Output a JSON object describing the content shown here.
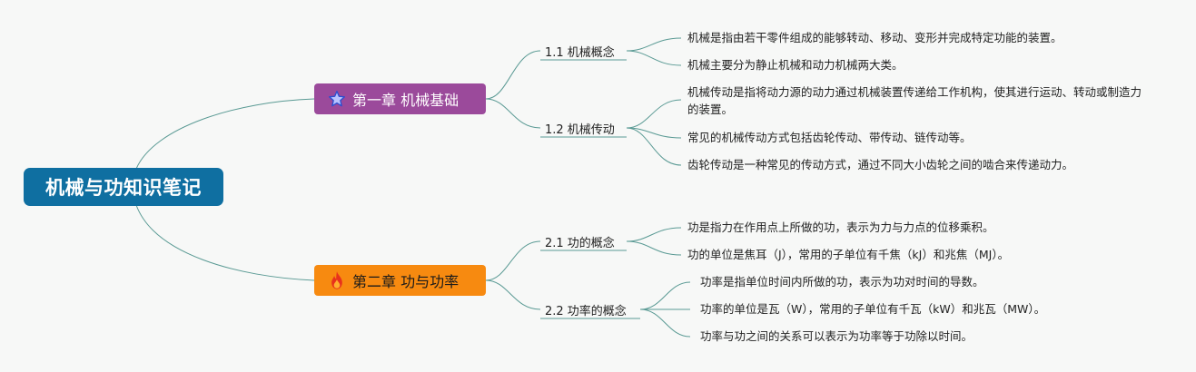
{
  "root": {
    "title": "机械与功知识笔记"
  },
  "chapters": [
    {
      "title": "第一章 机械基础",
      "icon": "star-icon",
      "color": "#9b4a9b",
      "sections": [
        {
          "title": "1.1 机械概念",
          "points": [
            "机械是指由若干零件组成的能够转动、移动、变形并完成特定功能的装置。",
            "机械主要分为静止机械和动力机械两大类。"
          ]
        },
        {
          "title": "1.2 机械传动",
          "points": [
            "机械传动是指将动力源的动力通过机械装置传递给工作机构，使其进行运动、转动或制造力的装置。",
            "常见的机械传动方式包括齿轮传动、带传动、链传动等。",
            "齿轮传动是一种常见的传动方式，通过不同大小齿轮之间的啮合来传递动力。"
          ]
        }
      ]
    },
    {
      "title": "第二章 功与功率",
      "icon": "fire-icon",
      "color": "#f78a10",
      "sections": [
        {
          "title": "2.1 功的概念",
          "points": [
            "功是指力在作用点上所做的功，表示为力与力点的位移乘积。",
            "功的单位是焦耳（J），常用的子单位有千焦（kJ）和兆焦（MJ）。"
          ]
        },
        {
          "title": "2.2 功率的概念",
          "points": [
            "功率是指单位时间内所做的功，表示为功对时间的导数。",
            "功率的单位是瓦（W），常用的子单位有千瓦（kW）和兆瓦（MW）。",
            "功率与功之间的关系可以表示为功率等于功除以时间。"
          ]
        }
      ]
    }
  ],
  "colors": {
    "line": "#5a9a94",
    "root": "#0f6fa1"
  }
}
